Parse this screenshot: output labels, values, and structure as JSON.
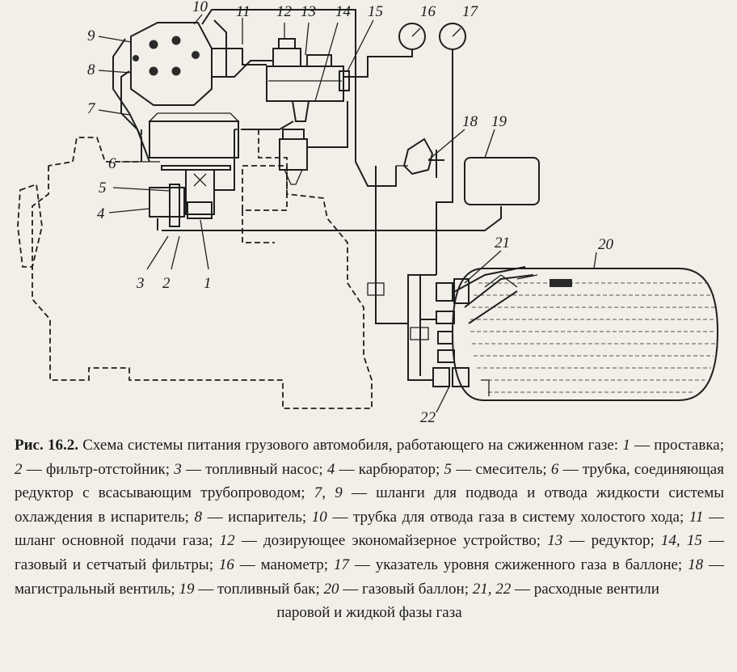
{
  "diagram": {
    "labels": [
      "1",
      "2",
      "3",
      "4",
      "5",
      "6",
      "7",
      "8",
      "9",
      "10",
      "11",
      "12",
      "13",
      "14",
      "15",
      "16",
      "17",
      "18",
      "19",
      "20",
      "21",
      "22"
    ]
  },
  "caption": {
    "label": "Рис. 16.2.",
    "title": " Схема системы питания грузового автомобиля, работающего на сжиженном газе: ",
    "items": [
      {
        "num": "1",
        "text": " — проставка; "
      },
      {
        "num": "2",
        "text": " — фильтр-отстойник; "
      },
      {
        "num": "3",
        "text": " — топливный насос; "
      },
      {
        "num": "4",
        "text": " — карбюратор; "
      },
      {
        "num": "5",
        "text": " — смеситель; "
      },
      {
        "num": "6",
        "text": " — трубка, соединяющая редуктор с всасывающим трубопроводом; "
      },
      {
        "num": "7, 9",
        "text": " — шланги для подвода и отвода жидкости системы охлаждения в испаритель; "
      },
      {
        "num": "8",
        "text": " — испаритель; "
      },
      {
        "num": "10",
        "text": " — трубка для отвода газа в систему холостого хода; "
      },
      {
        "num": "11",
        "text": " — шланг основной подачи газа; "
      },
      {
        "num": "12",
        "text": " — дозирующее экономайзерное устройство; "
      },
      {
        "num": "13",
        "text": " — редуктор; "
      },
      {
        "num": "14, 15",
        "text": " — газовый и сетчатый фильтры; "
      },
      {
        "num": "16",
        "text": " — манометр; "
      },
      {
        "num": "17",
        "text": " — указатель уровня сжиженного газа в баллоне; "
      },
      {
        "num": "18",
        "text": " — магистральный вентиль; "
      },
      {
        "num": "19",
        "text": " — топливный бак; "
      },
      {
        "num": "20",
        "text": " — газовый баллон; "
      },
      {
        "num": "21, 22",
        "text": " — расходные вентили"
      }
    ],
    "last_line": "паровой и жидкой фазы газа"
  }
}
